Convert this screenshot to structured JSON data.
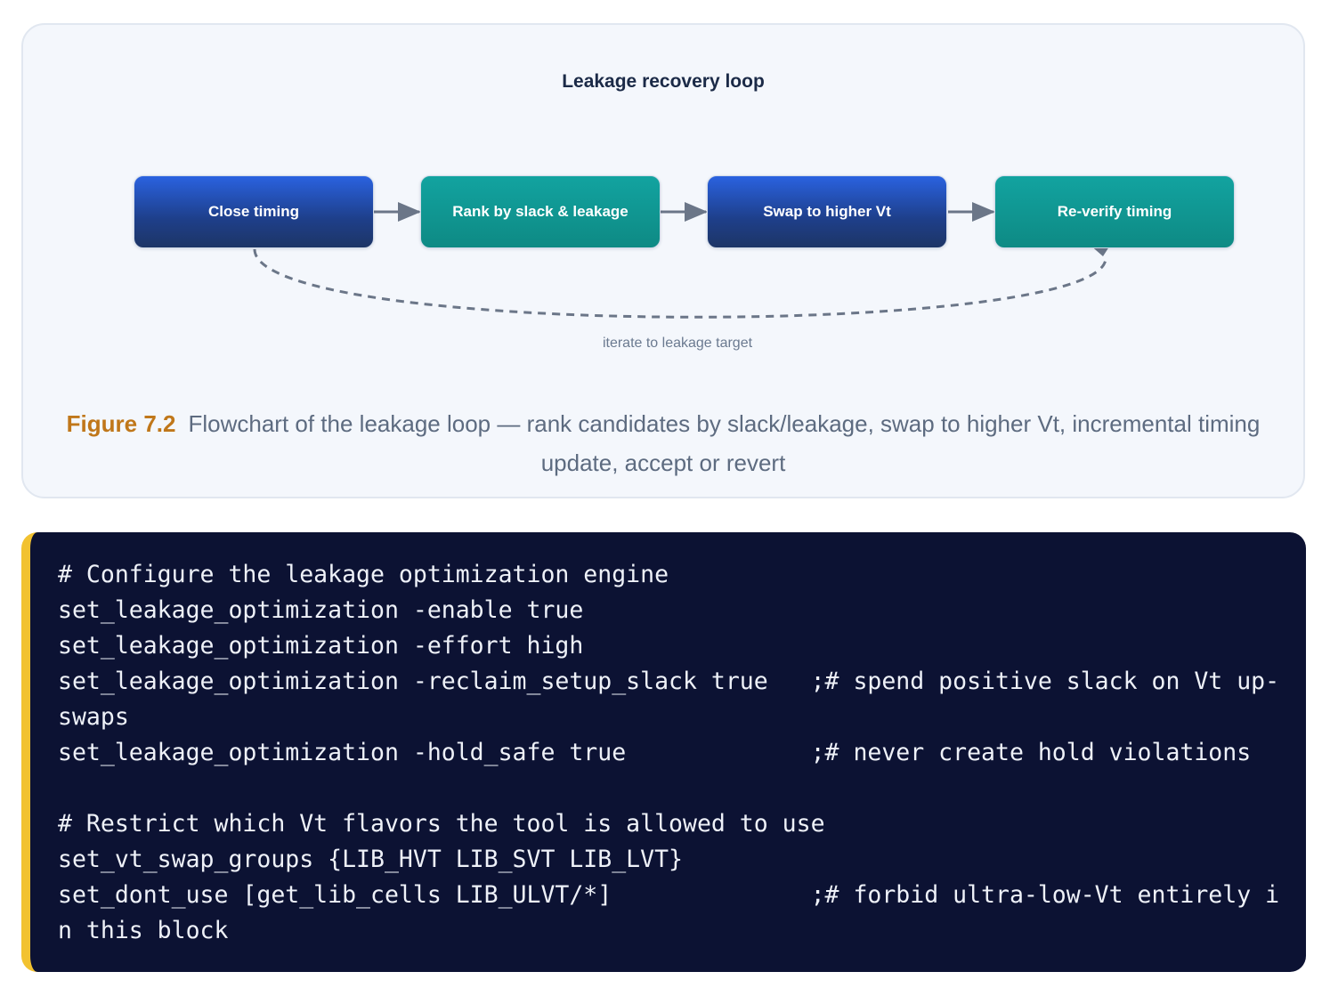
{
  "diagram": {
    "title": "Leakage recovery loop",
    "nodes": [
      {
        "label": "Close timing",
        "style": "blue"
      },
      {
        "label": "Rank by slack & leakage",
        "style": "teal"
      },
      {
        "label": "Swap to higher Vt",
        "style": "blue"
      },
      {
        "label": "Re-verify timing",
        "style": "teal"
      }
    ],
    "loop_label": "iterate to leakage target",
    "colors": {
      "blue_node": "#1e3f8a",
      "teal_node": "#0e8a84",
      "arrow": "#6b7688",
      "caption_tag": "#c0771a"
    }
  },
  "caption": {
    "tag": "Figure 7.2",
    "text": "Flowchart of the leakage loop — rank candidates by slack/leakage, swap to higher Vt, incremental timing update, accept or revert"
  },
  "code": {
    "lines": [
      "# Configure the leakage optimization engine",
      "set_leakage_optimization -enable true",
      "set_leakage_optimization -effort high",
      "set_leakage_optimization -reclaim_setup_slack true   ;# spend positive slack on Vt up-swaps",
      "set_leakage_optimization -hold_safe true             ;# never create hold violations",
      "",
      "# Restrict which Vt flavors the tool is allowed to use",
      "set_vt_swap_groups {LIB_HVT LIB_SVT LIB_LVT}",
      "set_dont_use [get_lib_cells LIB_ULVT/*]              ;# forbid ultra-low-Vt entirely in this block"
    ],
    "accent_color": "#f2c230"
  }
}
